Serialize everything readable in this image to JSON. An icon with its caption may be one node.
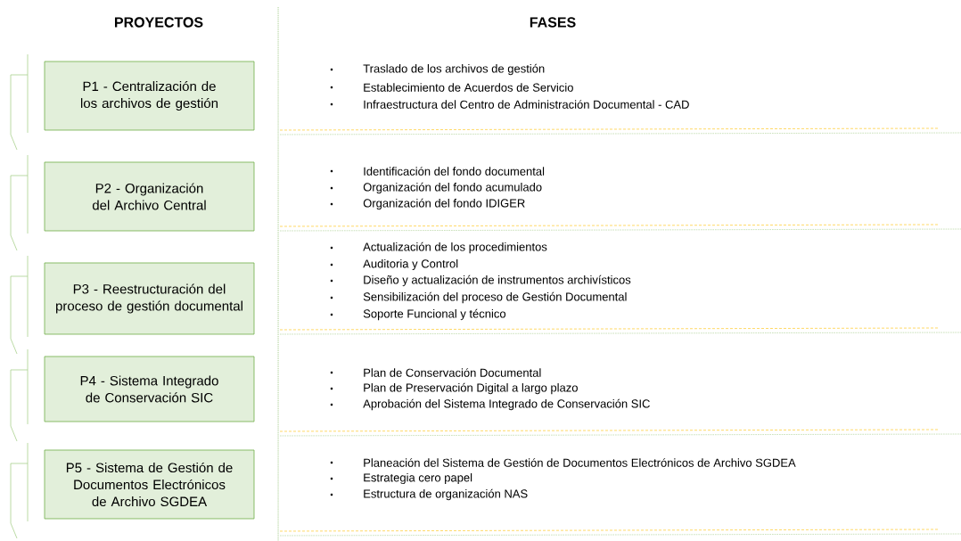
{
  "diagram": {
    "nodes": [
      {
        "text": [
          "P1 - Centralización de los archivos de gestión"
        ]
      },
      {
        "text": [
          "P2 - Organización del Archivo Central"
        ]
      },
      {
        "text": [
          "P3 - Reestructuración del proceso de gestión documental"
        ]
      },
      {
        "text": [
          "P4 - Sistema Integrado de Conservación SIC"
        ]
      },
      {
        "text": [
          "P5 - Sistema de Gestión de Documentos Electrónicos de Archivo SGDEA"
        ]
      }
    ],
    "labels": [
      "PROYECTOS",
      "FASES",
      "Traslado de los archivos de gestión",
      "Establecimiento de Acuerdos de Servicio",
      "Infraestructura del Centro de Administración Documental - CAD",
      "Identificación del fondo documental",
      "Organización del fondo acumulado",
      "Organización del fondo IDIGER",
      "Actualización de los procedimientos",
      "Auditoria y Control",
      "Diseño y actualización de instrumentos archivísticos",
      "Sensibilización del proceso de Gestión Documental",
      "Soporte Funcional y técnico",
      "Plan de Conservación Documental",
      "Plan de Preservación Digital a largo plazo",
      "Aprobación del Sistema Integrado de Conservación SIC",
      "Planeación del Sistema de Gestión de Documentos Electrónicos de Archivo SGDEA",
      "Estrategia cero papel",
      "Estructura de organización NAS"
    ]
  }
}
